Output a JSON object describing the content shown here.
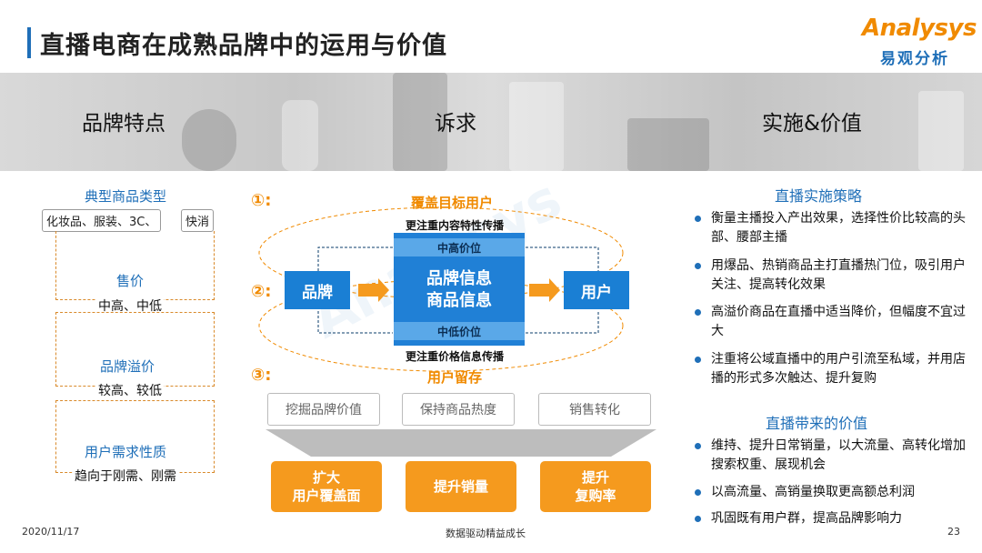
{
  "header": {
    "title": "直播电商在成熟品牌中的运用与价值",
    "logo_en": "Analysys",
    "logo_cn": "易观分析"
  },
  "banner": {
    "col1": "品牌特点",
    "col2": "诉求",
    "col3": "实施&价值"
  },
  "left": {
    "s1_head": "典型商品类型",
    "s1_tag1": "化妆品、服装、3C、",
    "s1_tag2": "快消",
    "s2_head": "售价",
    "s2_val": "中高、中低",
    "s3_head": "品牌溢价",
    "s3_val": "较高、较低",
    "s4_head": "用户需求性质",
    "s4_val": "趋向于刚需、刚需"
  },
  "middle": {
    "n1": "①:",
    "n2": "②:",
    "n3": "③:",
    "top_label": "覆盖目标用户",
    "top_sub": "更注重内容特性传播",
    "bottom_label": "用户留存",
    "bottom_sub": "更注重价格信息传播",
    "brand_box": "品牌",
    "user_box": "用户",
    "center_line1": "品牌信息",
    "center_line2": "商品信息",
    "strip_top": "中高价位",
    "strip_bottom": "中低价位",
    "grey_buttons": [
      "挖掘品牌价值",
      "保持商品热度",
      "销售转化"
    ],
    "orange_buttons": [
      {
        "line1": "扩大",
        "line2": "用户覆盖面"
      },
      {
        "line1": "提升销量",
        "line2": ""
      },
      {
        "line1": "提升",
        "line2": "复购率"
      }
    ]
  },
  "right": {
    "head1": "直播实施策略",
    "items1": [
      "衡量主播投入产出效果，选择性价比较高的头部、腰部主播",
      "用爆品、热销商品主打直播热门位，吸引用户关注、提高转化效果",
      "高溢价商品在直播中适当降价，但幅度不宜过大",
      "注重将公域直播中的用户引流至私域，并用店播的形式多次触达、提升复购"
    ],
    "head2": "直播带来的价值",
    "items2": [
      "维持、提升日常销量，以大流量、高转化增加搜索权重、展现机会",
      "以高流量、高销量换取更高额总利润",
      "巩固既有用户群，提高品牌影响力"
    ]
  },
  "footer": {
    "date": "2020/11/17",
    "slogan": "数据驱动精益成长",
    "page": "23"
  },
  "colors": {
    "brand_blue": "#1f6fb8",
    "accent_orange": "#f08a00",
    "box_blue": "#1a7fd4",
    "button_orange": "#f59a1e"
  }
}
